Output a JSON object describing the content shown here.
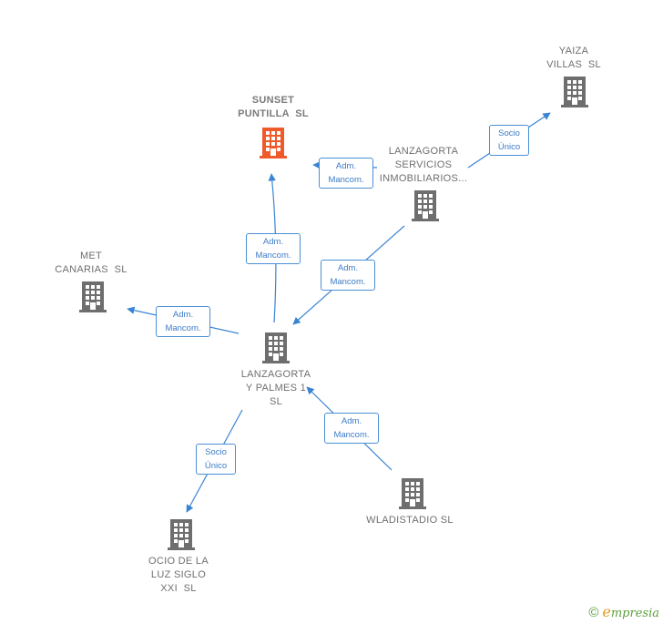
{
  "colors": {
    "edge": "#3a84d4",
    "building": "#6e6e6e",
    "building_main": "#ef5a2b"
  },
  "nodes": {
    "sunset": {
      "label": "SUNSET\nPUNTILLA  SL",
      "icon": "building-icon"
    },
    "yaiza": {
      "label": "YAIZA\nVILLAS  SL",
      "icon": "building-icon"
    },
    "lanzagorta_servicios": {
      "label": "LANZAGORTA\nSERVICIOS\nINMOBILIARIOS...",
      "icon": "building-icon"
    },
    "met": {
      "label": "MET\nCANARIAS  SL",
      "icon": "building-icon"
    },
    "lanzagorta_palmes": {
      "label": "LANZAGORTA\nY PALMES 1\nSL",
      "icon": "building-icon"
    },
    "ocio": {
      "label": "OCIO DE LA\nLUZ SIGLO\nXXI  SL",
      "icon": "building-icon"
    },
    "wladistadio": {
      "label": "WLADISTADIO SL",
      "icon": "building-icon"
    }
  },
  "edges": {
    "serv_to_yaiza": "Socio\nÚnico",
    "serv_to_sunset": "Adm.\nMancom.",
    "palmes_to_sunset": "Adm.\nMancom.",
    "serv_to_palmes": "Adm.\nMancom.",
    "palmes_to_met": "Adm.\nMancom.",
    "palmes_to_ocio": "Socio\nÚnico",
    "wlad_to_palmes": "Adm.\nMancom."
  },
  "brand": {
    "copyright": "©",
    "first_letter": "e",
    "rest": "mpresia"
  }
}
